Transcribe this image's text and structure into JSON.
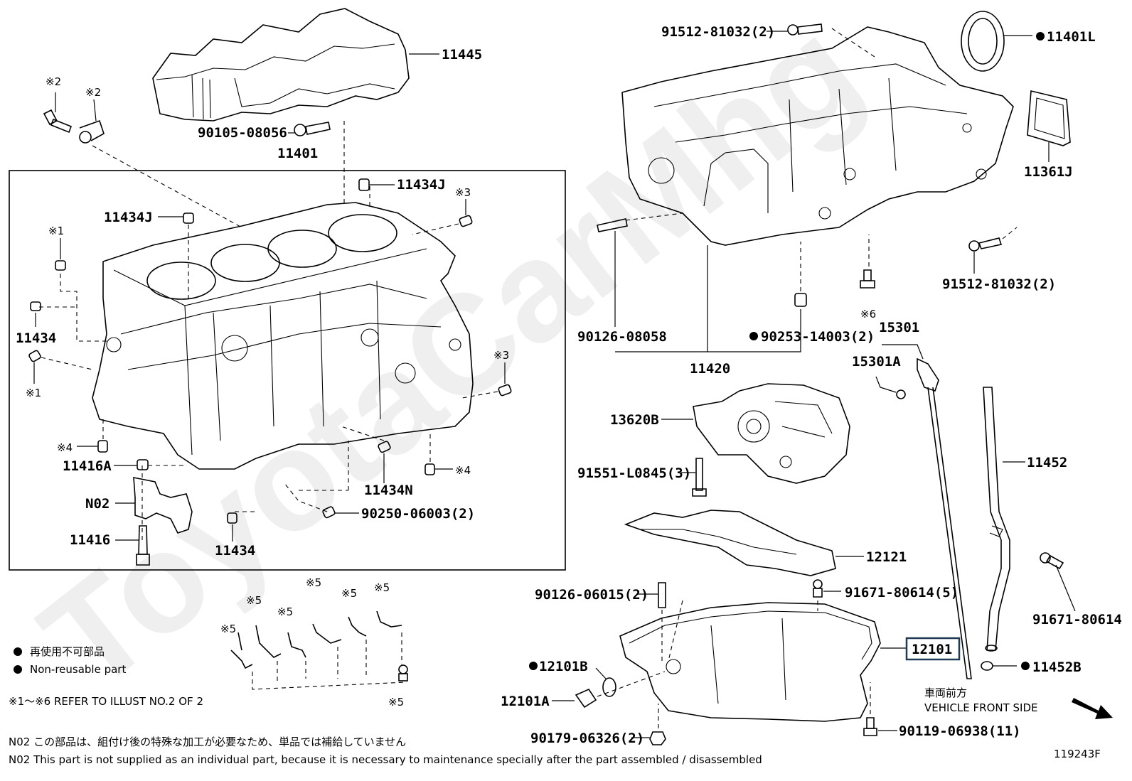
{
  "labels": {
    "p11445": "11445",
    "p11401": "11401",
    "p90105": "90105-08056",
    "p11434J_a": "11434J",
    "p11434J_b": "11434J",
    "p11434_a": "11434",
    "p11434_b": "11434",
    "p11416A": "11416A",
    "pN02": "N02",
    "p11416": "11416",
    "p11434N": "11434N",
    "p90250": "90250-06003(2)",
    "p91512_a": "91512-81032(2)",
    "p91512_b": "91512-81032(2)",
    "p11401L": "11401L",
    "p11361J": "11361J",
    "p90126_08058": "90126-08058",
    "p11420": "11420",
    "p90253": "90253-14003(2)",
    "p15301": "15301",
    "p15301A": "15301A",
    "p13620B": "13620B",
    "p91551": "91551-L0845(3)",
    "p11452": "11452",
    "p12121": "12121",
    "p90126_06015": "90126-06015(2)",
    "p91671_80614_5": "91671-80614(5)",
    "p91671_80614": "91671-80614",
    "p12101": "12101",
    "p12101B": "12101B",
    "p12101A": "12101A",
    "p11452B": "11452B",
    "p90179": "90179-06326(2)",
    "p90119": "90119-06938(11)"
  },
  "refmarks": {
    "r2a": "※2",
    "r2b": "※2",
    "r3a": "※3",
    "r3b": "※3",
    "r1a": "※1",
    "r1b": "※1",
    "r4a": "※4",
    "r4b": "※4",
    "r6": "※6",
    "r5a": "※5",
    "r5b": "※5",
    "r5c": "※5",
    "r5d": "※5",
    "r5e": "※5",
    "r5f": "※5",
    "r5g": "※5"
  },
  "legend": {
    "jp": "再使用不可部品",
    "en": "Non-reusable part",
    "refer": "※1～※6  REFER TO ILLUST NO.2 OF 2"
  },
  "front": {
    "jp": "車両前方",
    "en": "VEHICLE FRONT SIDE"
  },
  "notes": {
    "n02_jp": "N02  この部品は、組付け後の特殊な加工が必要なため、単品では補給していません",
    "n02_en": "N02  This part is not supplied as an individual part, because it is necessary to maintenance specially after the part assembled / disassembled"
  },
  "illust_id": "119243F",
  "watermark": "ToyotaCarMhg"
}
